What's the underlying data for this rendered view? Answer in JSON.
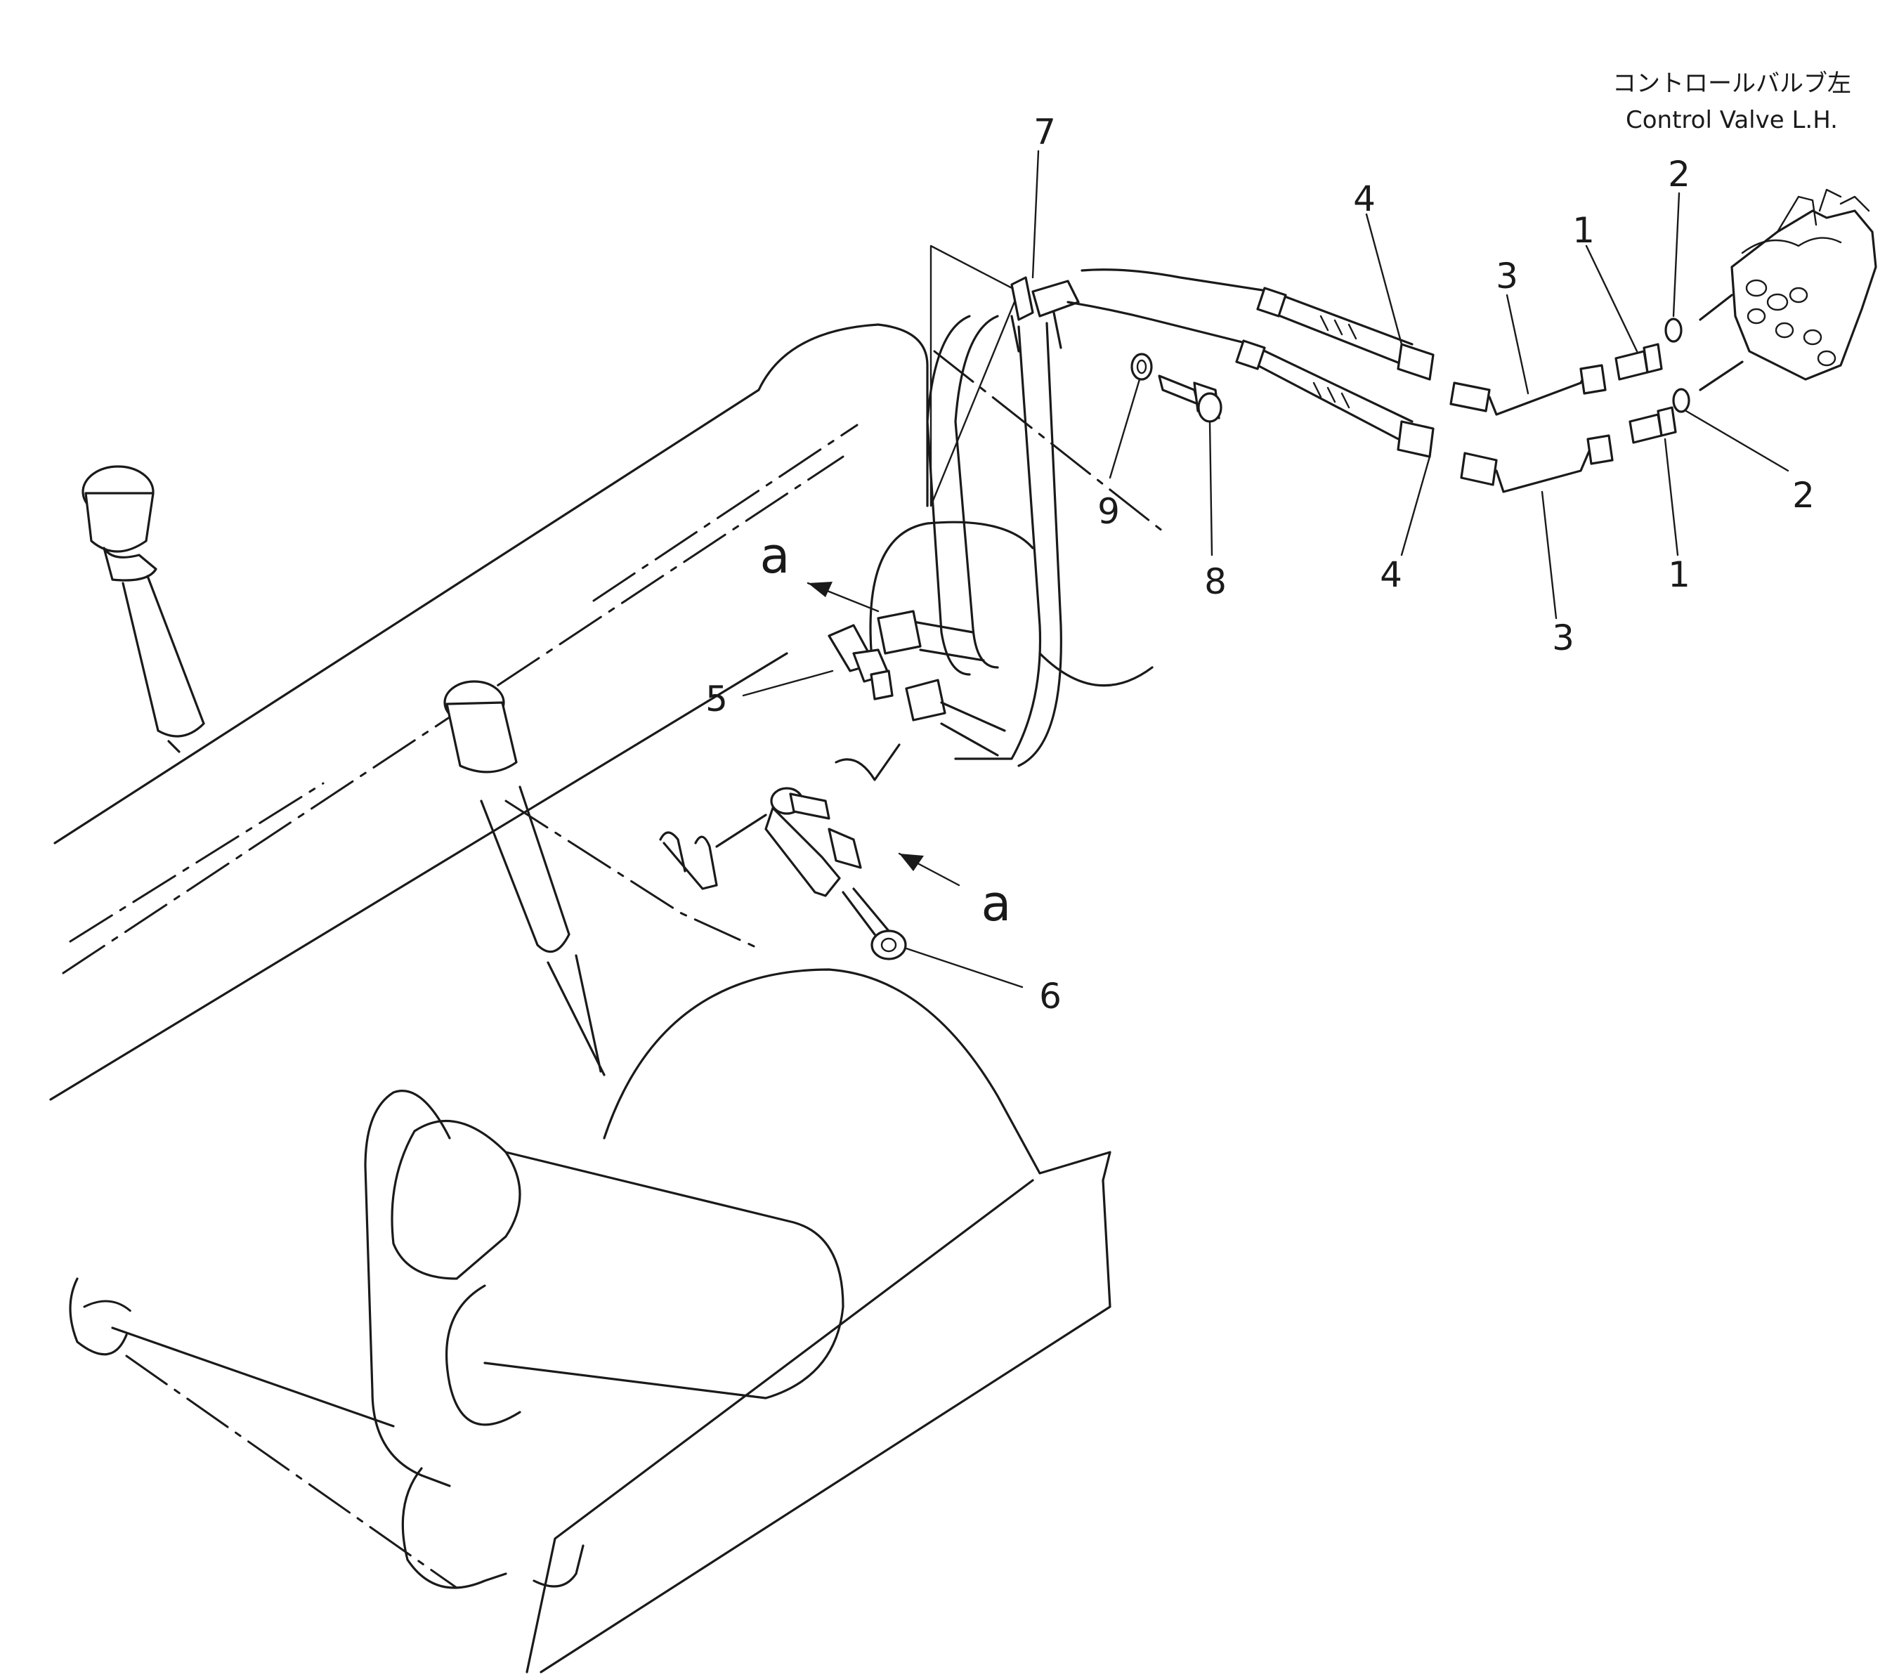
{
  "title": {
    "jp": "コントロールバルブ左",
    "en": "Control Valve L.H."
  },
  "callouts": {
    "c1_upper": "1",
    "c1_lower": "1",
    "c2_upper": "2",
    "c2_lower": "2",
    "c3_upper": "3",
    "c3_lower": "3",
    "c4_upper": "4",
    "c4_lower": "4",
    "c5": "5",
    "c6": "6",
    "c7": "7",
    "c8": "8",
    "c9": "9"
  },
  "view_markers": {
    "a_upper": "a",
    "a_lower": "a"
  }
}
